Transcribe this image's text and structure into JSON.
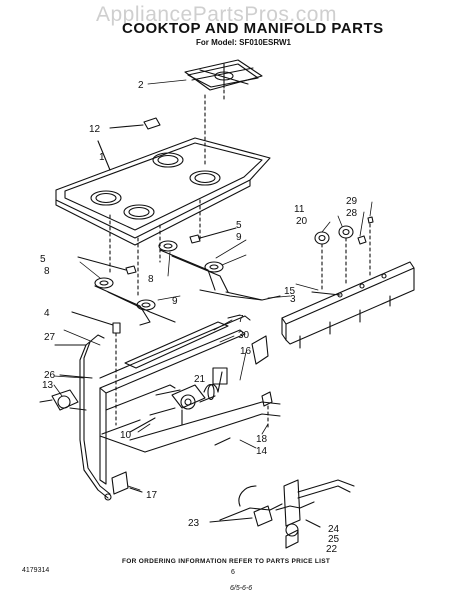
{
  "watermark": "AppliancePartsPros.com",
  "title": "COOKTOP AND MANIFOLD PARTS",
  "subtitle": "For Model: SF010ESRW1",
  "footer_note": "FOR ORDERING INFORMATION REFER TO PARTS PRICE LIST",
  "page_number": "6",
  "document_number": "4179314",
  "print_code": "6/5-6-6",
  "callouts": [
    "1",
    "2",
    "3",
    "4",
    "5",
    "5",
    "7",
    "8",
    "8",
    "9",
    "9",
    "10",
    "11",
    "12",
    "13",
    "14",
    "15",
    "16",
    "17",
    "18",
    "20",
    "21",
    "22",
    "23",
    "24",
    "25",
    "26",
    "27",
    "28",
    "29",
    "30"
  ]
}
